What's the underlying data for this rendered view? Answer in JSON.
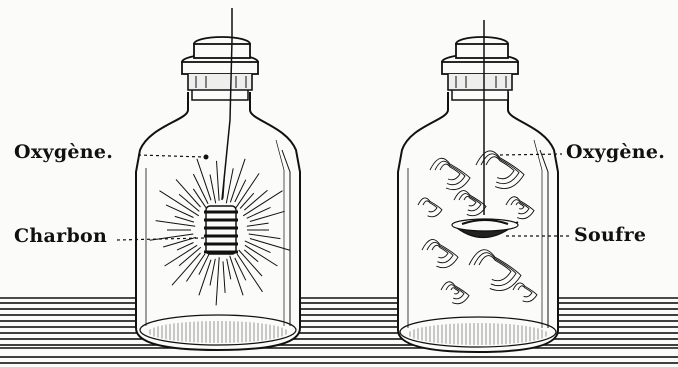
{
  "labels": {
    "left_top": "Oxygène.",
    "left_bottom": "Charbon",
    "right_top": "Oxygène.",
    "right_bottom": "Soufre"
  },
  "colors": {
    "ink": "#111111",
    "paper": "#fbfbf9"
  }
}
